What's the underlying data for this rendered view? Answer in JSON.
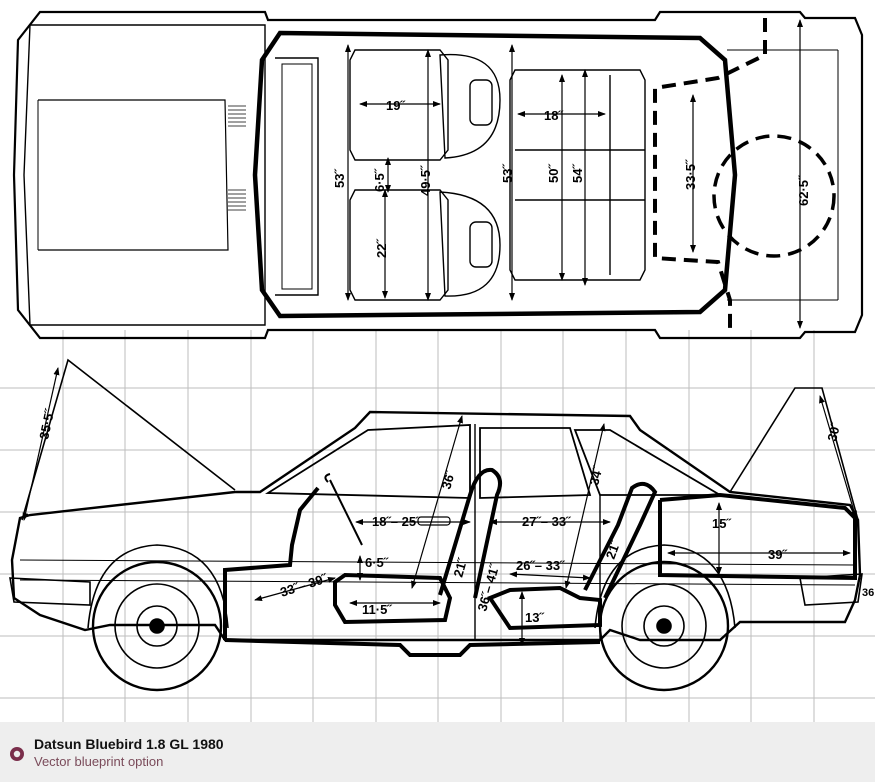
{
  "footer": {
    "title": "Datsun Bluebird 1.8 GL 1980",
    "subtitle": "Vector blueprint option",
    "accent_color": "#7a2e4b",
    "icon": "radio-bullet-icon"
  },
  "top_view": {
    "dimensions": {
      "d19": "19˝",
      "d18": "18˝",
      "d53a": "53˝",
      "d6_5": "6·5˝",
      "d49_5": "49·5˝",
      "d53b": "53˝",
      "d50": "50˝",
      "d54": "54˝",
      "d33_5": "33·5˝",
      "d62_5": "62·5˝",
      "d22": "22˝"
    }
  },
  "side_view": {
    "dimensions": {
      "d35_5": "35·5˝",
      "d30": "30˝",
      "d36": "36˝",
      "d34": "34˝",
      "d18_25": "18˝– 25˝",
      "d27_33": "27˝– 33˝",
      "d15": "15˝",
      "d6_5": "6·5˝",
      "d21a": "21˝",
      "d26_33": "26˝– 33˝",
      "d21b": "21˝",
      "d39": "39˝",
      "d33_39": "33˝– 39˝",
      "d36_41": "36˝– 41˝",
      "d11_5": "11·5˝",
      "d13": "13˝",
      "d36_edge": "36"
    }
  }
}
